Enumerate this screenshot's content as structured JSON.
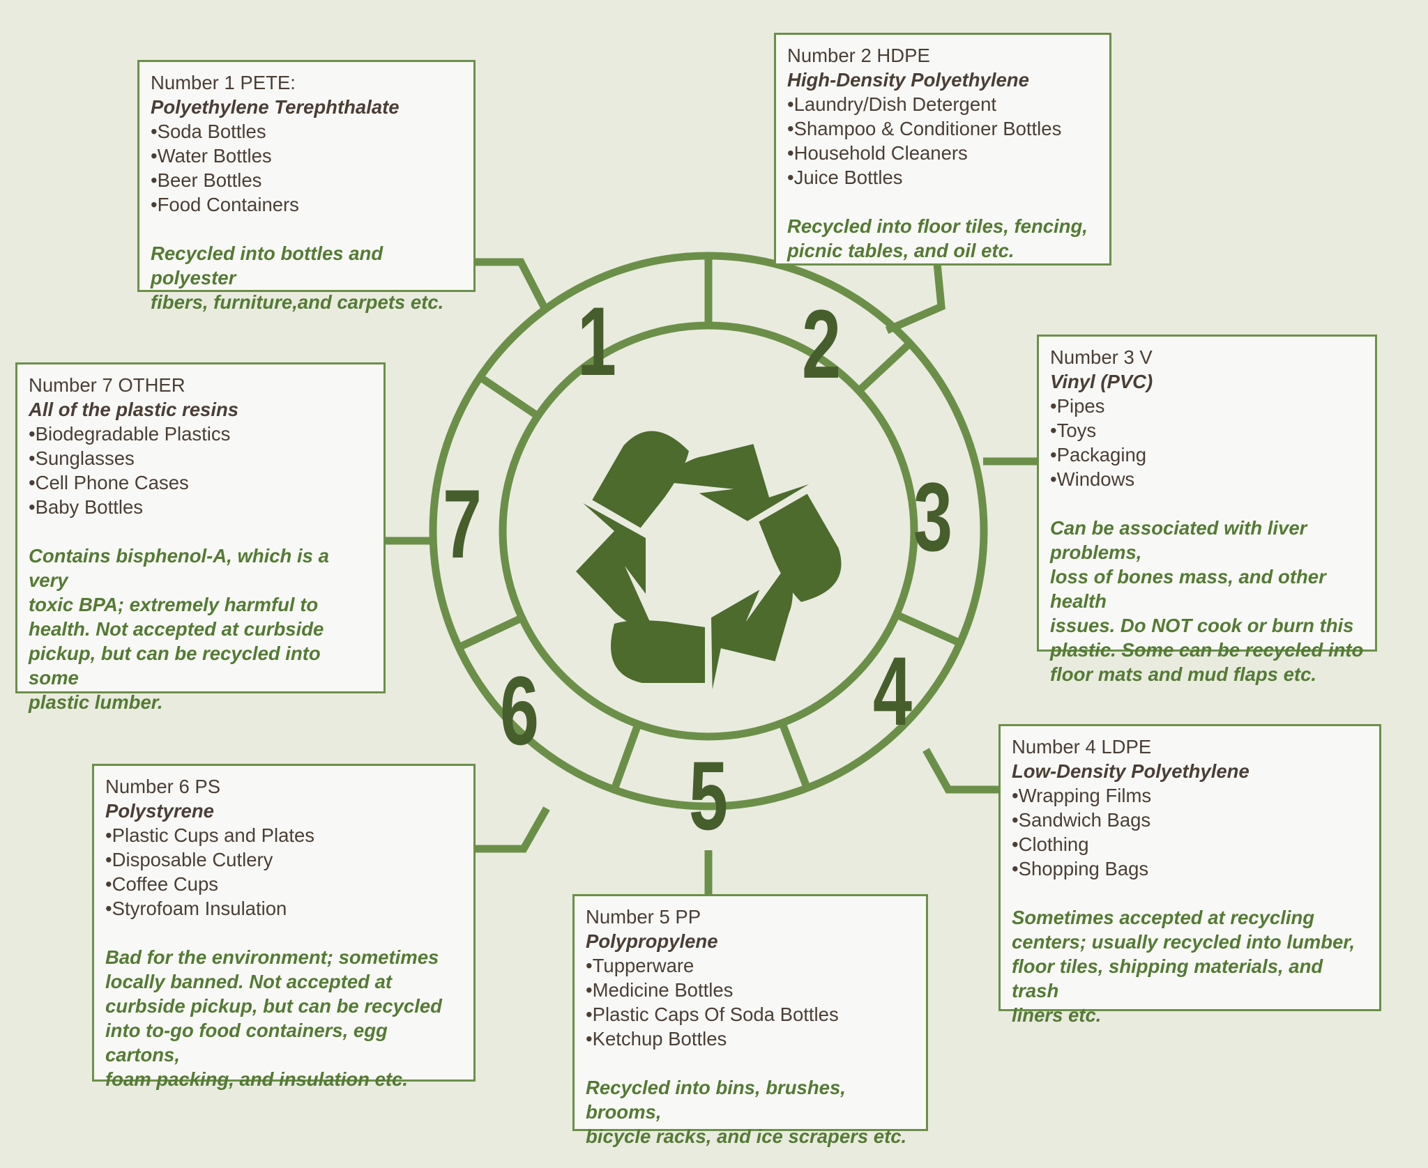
{
  "colors": {
    "background": "#e9ebdf",
    "ring": "#6b8f48",
    "digits": "#465e2c",
    "arrows": "#4c6b2d",
    "box_fill": "#f8f9f6",
    "note_text": "#547a34",
    "body_text": "#4a3e35"
  },
  "center_icon": "recycle-arrows-icon",
  "segments": [
    "1",
    "2",
    "3",
    "4",
    "5",
    "6",
    "7"
  ],
  "boxes": [
    {
      "number_label": "Number 1 PETE:",
      "full_name": "Polyethylene Terephthalate",
      "items": [
        "•Soda Bottles",
        "•Water Bottles",
        "•Beer Bottles",
        "•Food Containers"
      ],
      "note": [
        "Recycled into bottles and polyester",
        "fibers, furniture,and carpets etc."
      ]
    },
    {
      "number_label": "Number 2 HDPE",
      "full_name": "High-Density Polyethylene",
      "items": [
        "•Laundry/Dish Detergent",
        "•Shampoo & Conditioner Bottles",
        "•Household Cleaners",
        "•Juice Bottles"
      ],
      "note": [
        "Recycled into  floor tiles, fencing,",
        "picnic tables, and oil etc."
      ]
    },
    {
      "number_label": "Number 3 V",
      "full_name": "Vinyl (PVC)",
      "items": [
        "•Pipes",
        "•Toys",
        "•Packaging",
        "•Windows"
      ],
      "note": [
        "Can be associated with liver problems,",
        "loss of bones mass, and other health",
        "issues. Do NOT cook or burn this",
        "plastic. Some can be recycled into",
        "floor mats and mud flaps etc."
      ]
    },
    {
      "number_label": "Number 4 LDPE",
      "full_name": "Low-Density Polyethylene",
      "items": [
        "•Wrapping Films",
        "•Sandwich Bags",
        "•Clothing",
        "•Shopping Bags"
      ],
      "note": [
        "Sometimes accepted at recycling",
        "centers; usually recycled into lumber,",
        "floor tiles, shipping materials, and trash",
        "liners etc."
      ]
    },
    {
      "number_label": "Number 5  PP",
      "full_name": "Polypropylene",
      "items": [
        "•Tupperware",
        "•Medicine Bottles",
        "•Plastic Caps Of Soda Bottles",
        "•Ketchup Bottles"
      ],
      "note": [
        "Recycled into bins, brushes, brooms,",
        "bicycle racks, and ice scrapers etc."
      ]
    },
    {
      "number_label": "Number 6 PS",
      "full_name": "Polystyrene",
      "items": [
        "•Plastic Cups and Plates",
        "•Disposable Cutlery",
        "•Coffee Cups",
        "•Styrofoam Insulation"
      ],
      "note": [
        "Bad for the environment; sometimes",
        "locally banned. Not accepted at",
        "curbside pickup, but can be recycled",
        "into to-go food containers, egg cartons,",
        "foam packing, and insulation etc."
      ]
    },
    {
      "number_label": "Number 7 OTHER",
      "full_name": "All of the plastic resins",
      "items": [
        "•Biodegradable Plastics",
        "•Sunglasses",
        "•Cell Phone Cases",
        "•Baby Bottles"
      ],
      "note": [
        "Contains bisphenol-A, which is a very",
        "toxic BPA; extremely harmful to",
        "health. Not accepted at curbside",
        "pickup, but can be recycled into some",
        "plastic lumber."
      ]
    }
  ]
}
